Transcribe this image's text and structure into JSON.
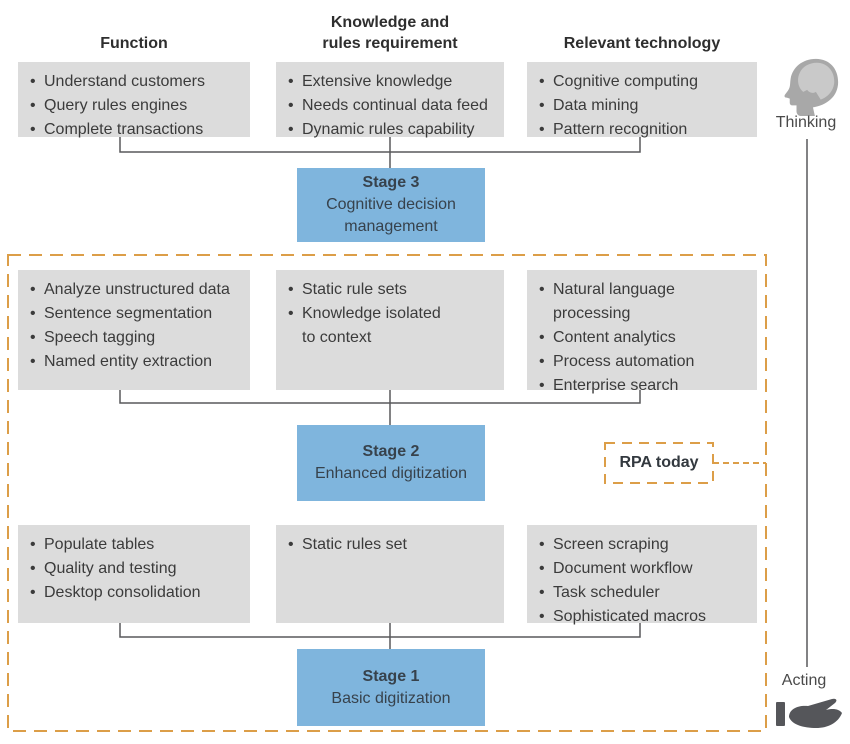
{
  "columns": {
    "function": {
      "header": "Function"
    },
    "knowledge": {
      "header": "Knowledge and\nrules requirement"
    },
    "technology": {
      "header": "Relevant technology"
    }
  },
  "stage3": {
    "label": {
      "title": "Stage 3",
      "subtitle": "Cognitive decision management"
    },
    "function": [
      "Understand customers",
      "Query rules engines",
      "Complete transactions"
    ],
    "knowledge": [
      "Extensive knowledge",
      "Needs continual data feed",
      "Dynamic rules capability"
    ],
    "technology": [
      "Cognitive computing",
      "Data mining",
      "Pattern recognition"
    ]
  },
  "stage2": {
    "label": {
      "title": "Stage 2",
      "subtitle": "Enhanced digitization"
    },
    "function": [
      "Analyze unstructured data",
      "Sentence segmentation",
      "Speech tagging",
      "Named entity extraction"
    ],
    "knowledge": [
      "Static rule sets",
      "Knowledge isolated\nto context"
    ],
    "technology": [
      "Natural language\nprocessing",
      "Content analytics",
      "Process automation",
      "Enterprise search"
    ]
  },
  "stage1": {
    "label": {
      "title": "Stage 1",
      "subtitle": "Basic digitization"
    },
    "function": [
      "Populate tables",
      "Quality and testing",
      "Desktop consolidation"
    ],
    "knowledge": [
      "Static rules set"
    ],
    "technology": [
      "Screen scraping",
      "Document workflow",
      "Task scheduler",
      "Sophisticated macros"
    ]
  },
  "annotations": {
    "rpa_today": "RPA today",
    "thinking": "Thinking",
    "acting": "Acting"
  },
  "colors": {
    "box_gray": "#dcdcdc",
    "stage_blue": "#7fb5dd",
    "dashed_orange": "#dc9e48",
    "line_gray": "#58595b",
    "head_gray": "#a8a8a8",
    "brain_gray": "#c9c9c9",
    "hand_gray": "#55565a"
  }
}
